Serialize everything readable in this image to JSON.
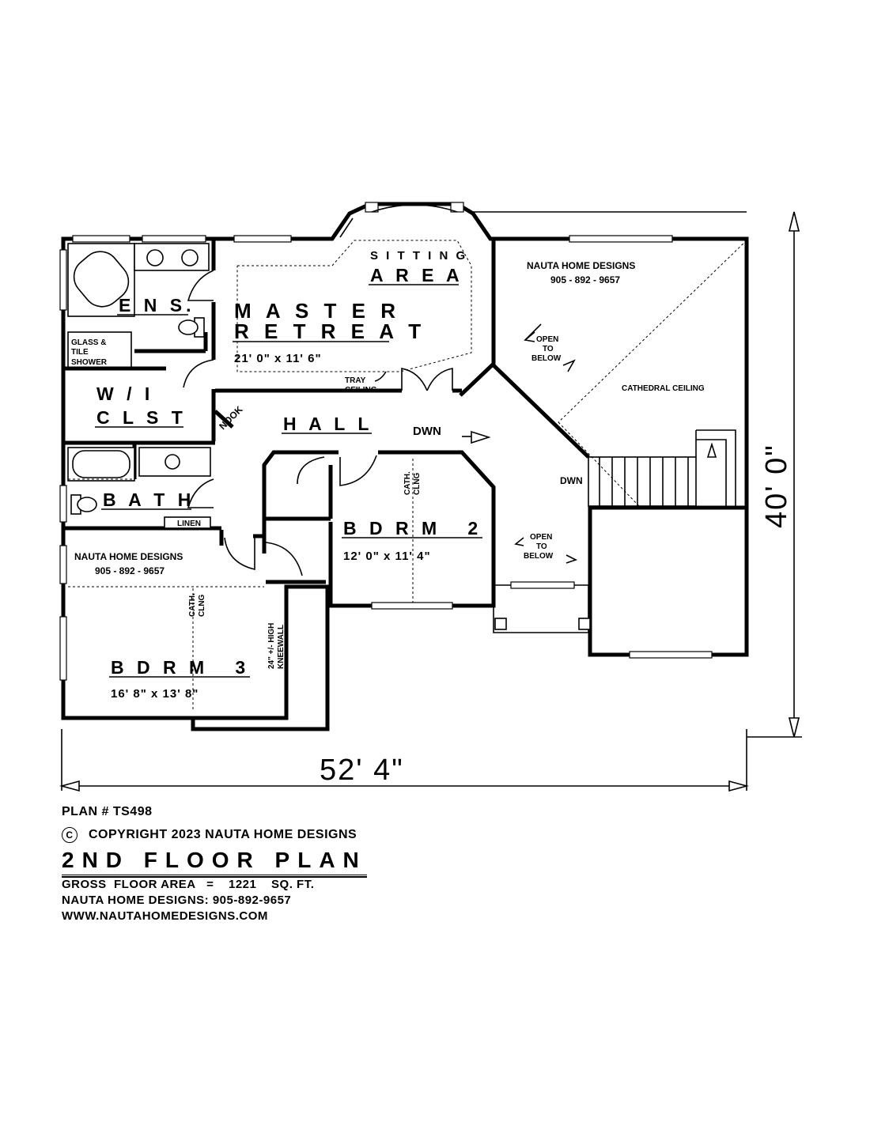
{
  "company": {
    "name": "NAUTA HOME DESIGNS",
    "phone": "905 - 892 - 9657"
  },
  "rooms": {
    "ensuite": "E N S.",
    "glass_shower": [
      "GLASS &",
      "TILE",
      "SHOWER"
    ],
    "master": {
      "name_1": "M A S T E R",
      "name_2": "R E T R E A T",
      "size": "21' 0\" x 11' 6\""
    },
    "sitting": {
      "line_1": "S I T T I N G",
      "line_2": "A R E A"
    },
    "tray_ceiling": [
      "TRAY",
      "CEILING"
    ],
    "walk_in": {
      "line_1": "W / I",
      "line_2": "C L S T"
    },
    "nook": "NOOK",
    "hall": "H A L L",
    "bath": "B A T H",
    "linen": "LINEN",
    "bdrm2": {
      "name": "B D R M   2",
      "size": "12' 0\" x 11' 4\"",
      "ceiling": [
        "CATH.",
        "CLNG"
      ]
    },
    "bdrm3": {
      "name": "B D R M   3",
      "size": "16' 8\" x 13' 8\"",
      "ceiling": [
        "CATH.",
        "CLNG"
      ],
      "kneewall": [
        "24\" +/- HIGH",
        "KNEEWALL"
      ]
    },
    "open_below_1": [
      "OPEN",
      "TO",
      "BELOW"
    ],
    "open_below_2": [
      "OPEN",
      "TO",
      "BELOW"
    ],
    "cathedral": "CATHEDRAL CEILING",
    "dwn_hall": "DWN",
    "dwn_stair": "DWN"
  },
  "dimensions": {
    "width": "52' 4\"",
    "depth": "40' 0\""
  },
  "title_block": {
    "plan_number": "PLAN # TS498",
    "copyright_symbol": "C",
    "copyright": "COPYRIGHT 2023 NAUTA HOME DESIGNS",
    "title": "2ND FLOOR PLAN",
    "gross_area": "GROSS  FLOOR AREA   =    1221    SQ. FT.",
    "contact": "NAUTA HOME DESIGNS:  905-892-9657",
    "website": "WWW.NAUTAHOMEDESIGNS.COM"
  }
}
